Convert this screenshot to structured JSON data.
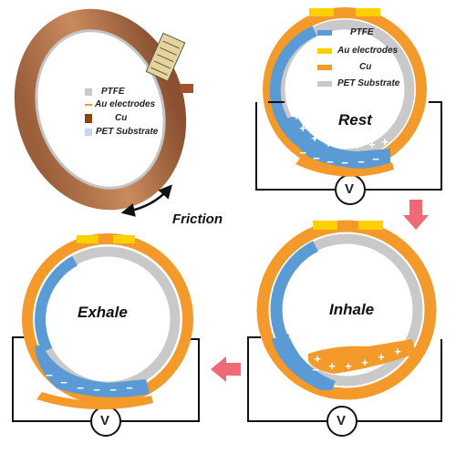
{
  "colors": {
    "ptfe_blue": "#5b9bd5",
    "au_yellow": "#ffd000",
    "cu_orange": "#f39a2b",
    "pet_gray": "#c9c9c9",
    "arrow_red": "#ef6a74",
    "wire_black": "#111111"
  },
  "legend_left": {
    "ptfe": "PTFE",
    "au": "Au electrodes",
    "cu": "Cu",
    "pet": "PET Substrate"
  },
  "legend_right": {
    "ptfe": "PTFE",
    "au": "Au electrodes",
    "cu": "Cu",
    "pet": "PET Substrate"
  },
  "labels": {
    "friction": "Friction",
    "rest": "Rest",
    "inhale": "Inhale",
    "exhale": "Exhale",
    "voltmeter": "V",
    "plus": "+",
    "minus": "−"
  }
}
